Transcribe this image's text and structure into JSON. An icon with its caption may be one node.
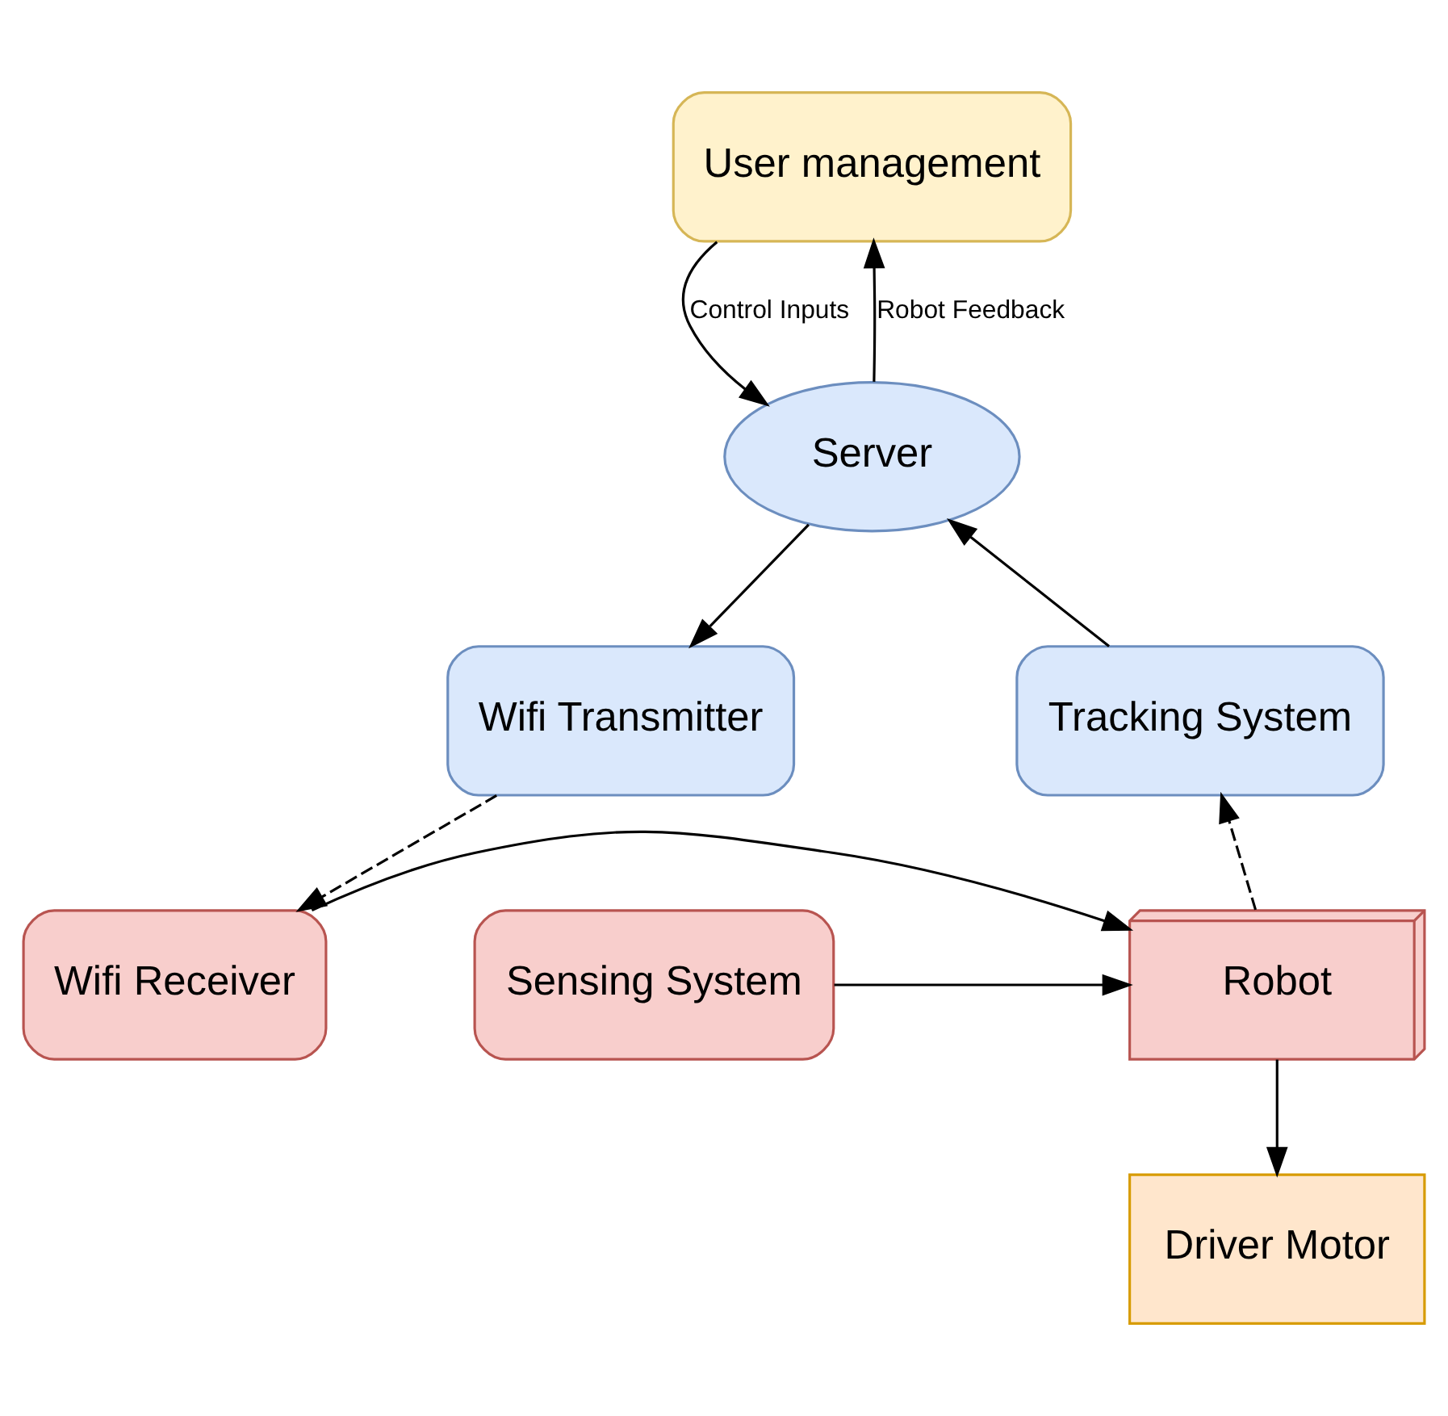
{
  "diagram": {
    "nodes": [
      {
        "text": [
          "User management"
        ]
      },
      {
        "text": [
          "Server"
        ]
      },
      {
        "text": [
          "Tracking System"
        ]
      },
      {
        "text": [
          "Wifi Transmitter"
        ]
      },
      {
        "text": [
          "Sensing System"
        ]
      },
      {
        "text": [
          "Robot"
        ]
      },
      {
        "text": [
          "Wifi Receiver"
        ]
      },
      {
        "text": [
          "Driver Motor"
        ]
      }
    ],
    "edges": [
      {
        "from": 0,
        "to": 1,
        "arrow": "to",
        "label": "Control Inputs"
      },
      {
        "from": 1,
        "to": 0,
        "arrow": "to",
        "label": "Robot Feedback"
      },
      {
        "from": 2,
        "to": 1,
        "arrow": "to"
      },
      {
        "from": 1,
        "to": 3,
        "arrow": "to"
      },
      {
        "from": 5,
        "to": 2,
        "arrow": "to",
        "style": "dashed"
      },
      {
        "from": 3,
        "to": 6,
        "arrow": "to",
        "style": "dashed"
      },
      {
        "from": 4,
        "to": 5,
        "arrow": "to"
      },
      {
        "from": 6,
        "to": 5,
        "arrow": "to"
      },
      {
        "from": 5,
        "to": 7,
        "arrow": "to"
      }
    ]
  }
}
